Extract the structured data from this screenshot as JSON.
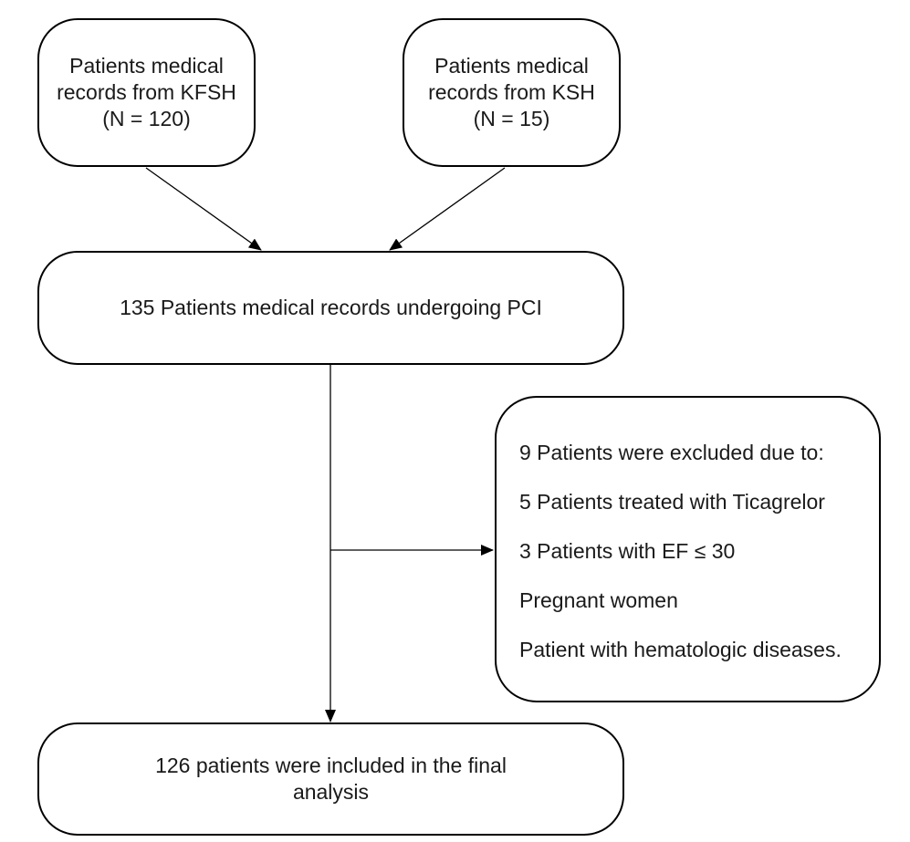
{
  "flowchart": {
    "source_kfsh": {
      "lines": [
        "Patients medical",
        "records from KFSH",
        "(N = 120)"
      ]
    },
    "source_ksh": {
      "lines": [
        "Patients medical",
        "records from KSH",
        "(N = 15)"
      ]
    },
    "combined": {
      "text": "135 Patients medical records undergoing PCI"
    },
    "exclusion": {
      "lines": [
        "9 Patients were excluded due to:",
        "5 Patients treated with Ticagrelor",
        "3 Patients with EF ≤ 30",
        "Pregnant women",
        "Patient with hematologic diseases."
      ]
    },
    "final": {
      "lines": [
        "126 patients were included in the final",
        "analysis"
      ]
    }
  }
}
